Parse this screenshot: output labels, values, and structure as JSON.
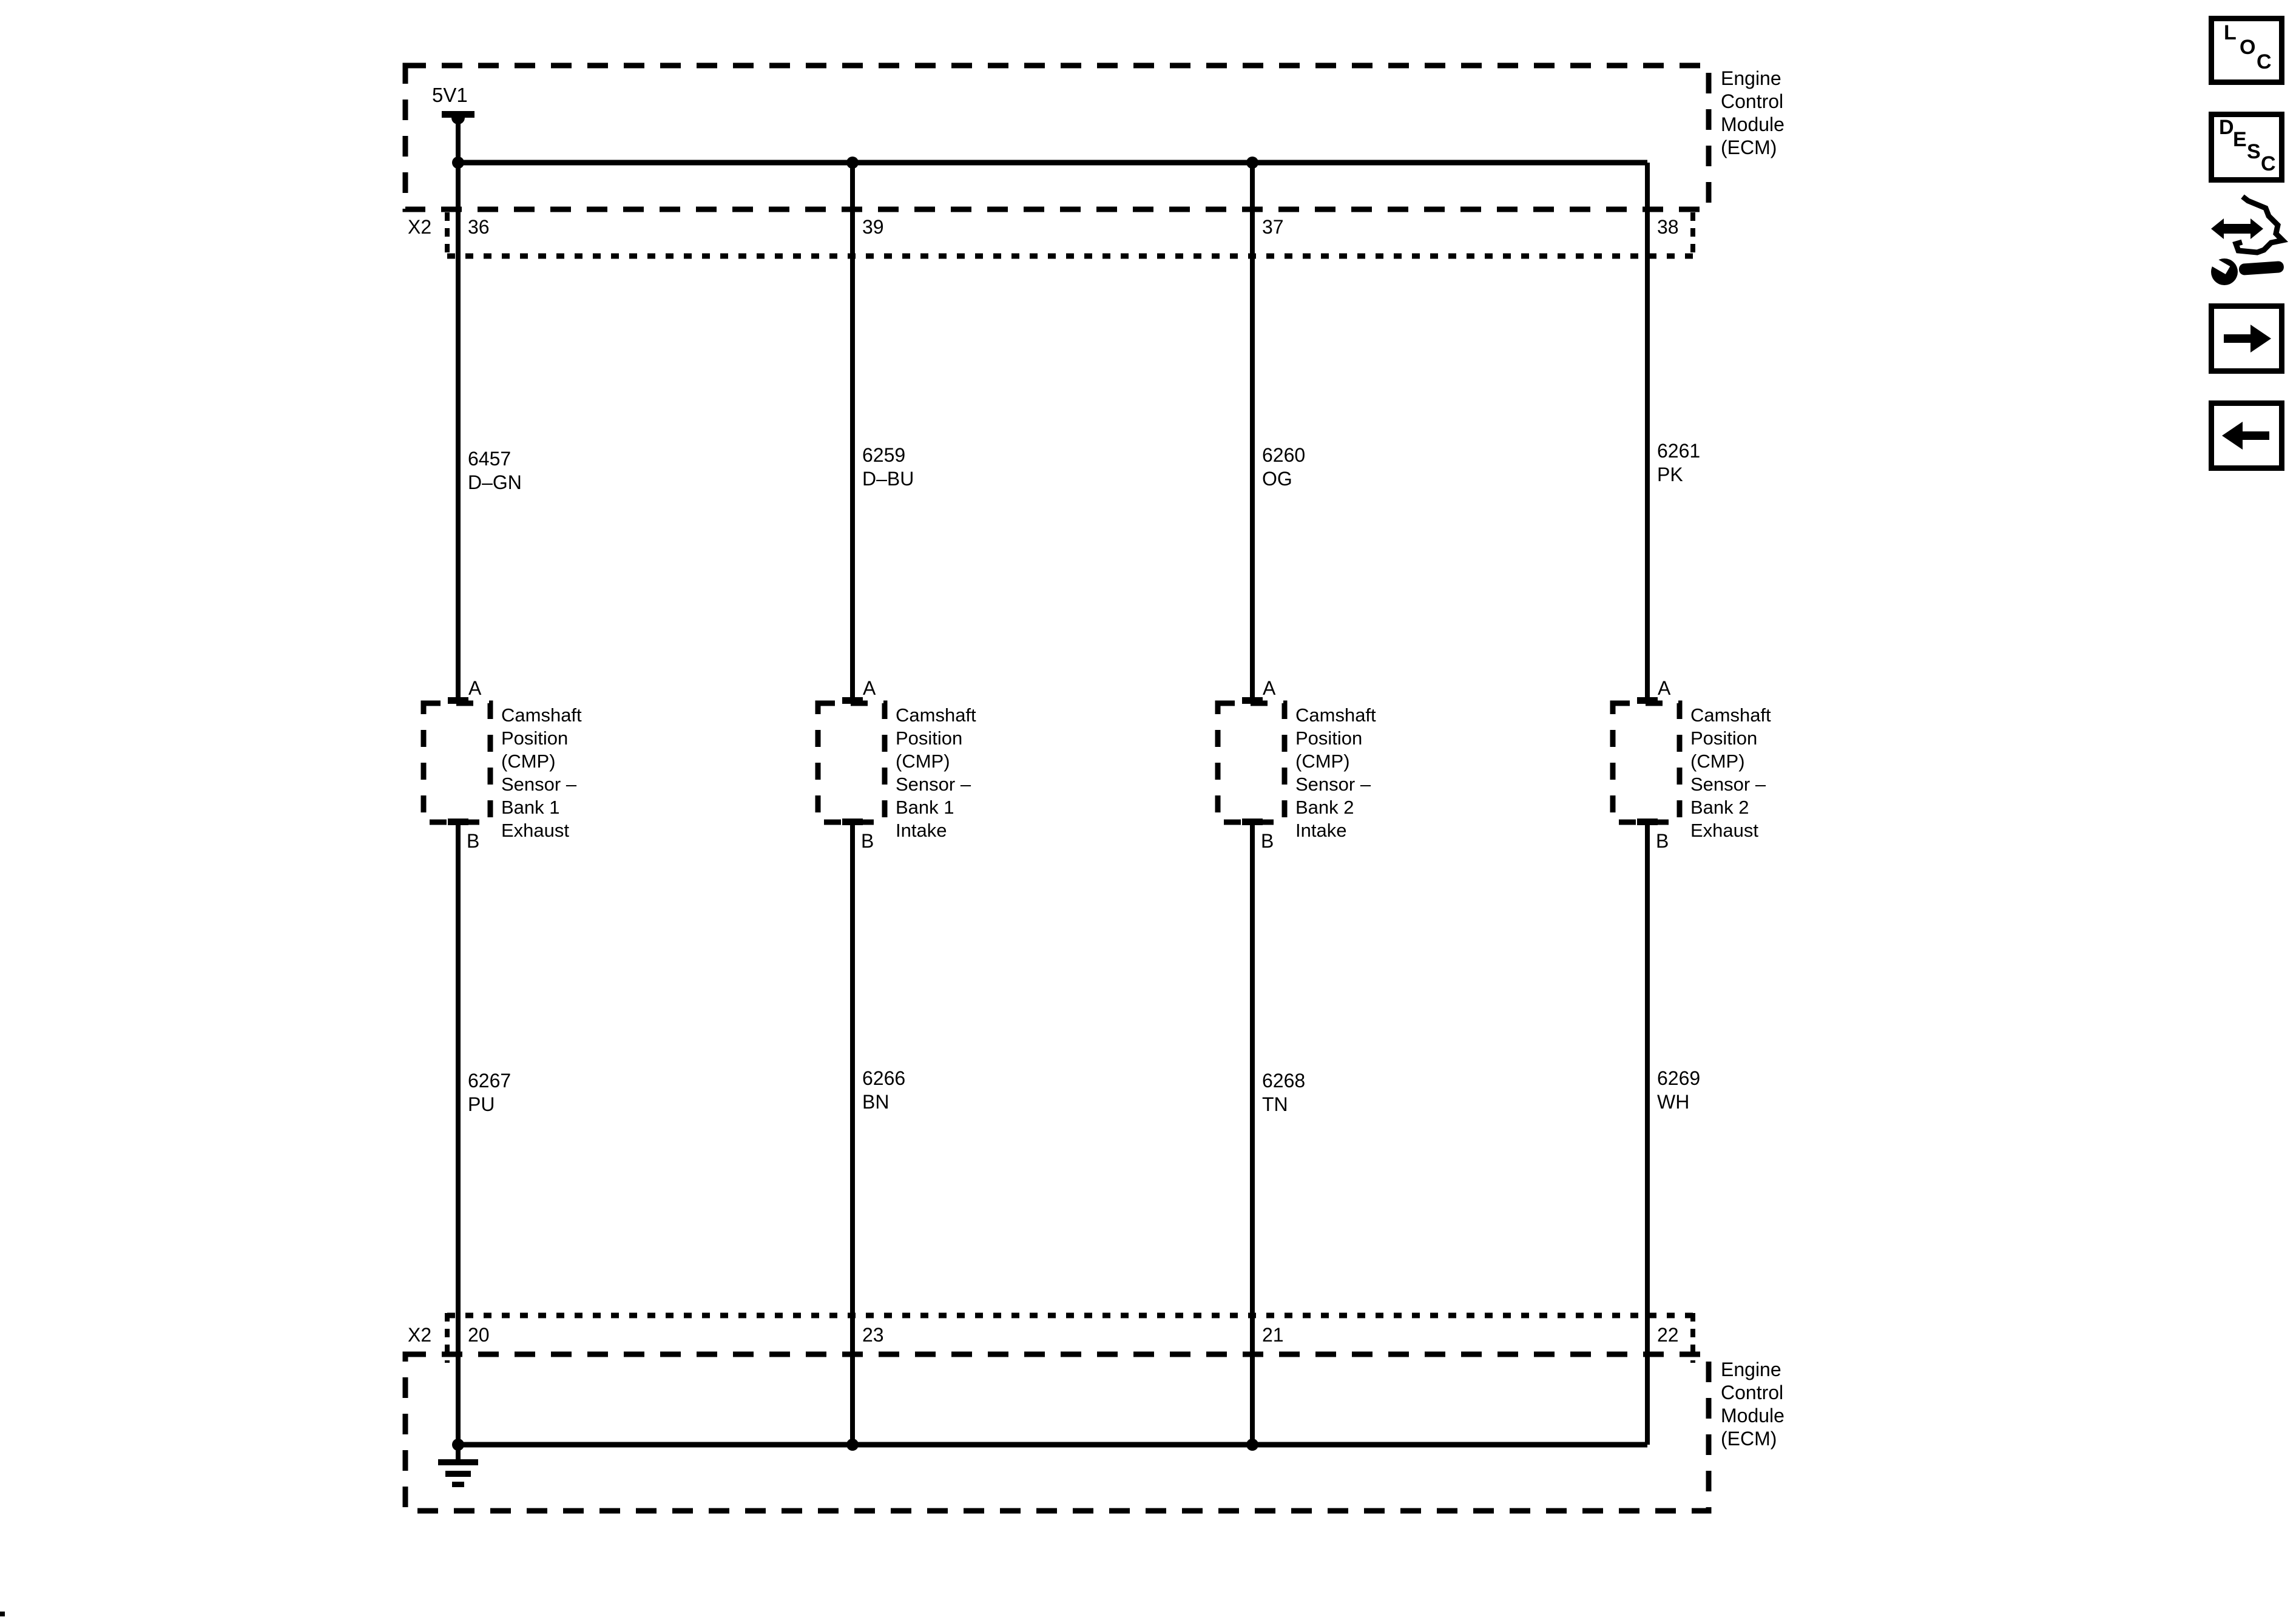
{
  "power": {
    "label": "5V1"
  },
  "ecm": {
    "name": "Engine Control Module (ECM)"
  },
  "connectors": {
    "top": {
      "label": "X2",
      "pins": [
        "36",
        "39",
        "37",
        "38"
      ]
    },
    "bottom": {
      "label": "X2",
      "pins": [
        "20",
        "23",
        "21",
        "22"
      ]
    }
  },
  "circuits": [
    {
      "wire_top": {
        "code": "6457",
        "color": "D–GN"
      },
      "sensor": {
        "pin_top": "A",
        "pin_bottom": "B",
        "name": "Camshaft Position (CMP) Sensor – Bank 1 Exhaust"
      },
      "wire_bottom": {
        "code": "6267",
        "color": "PU"
      }
    },
    {
      "wire_top": {
        "code": "6259",
        "color": "D–BU"
      },
      "sensor": {
        "pin_top": "A",
        "pin_bottom": "B",
        "name": "Camshaft Position (CMP) Sensor – Bank 1 Intake"
      },
      "wire_bottom": {
        "code": "6266",
        "color": "BN"
      }
    },
    {
      "wire_top": {
        "code": "6260",
        "color": "OG"
      },
      "sensor": {
        "pin_top": "A",
        "pin_bottom": "B",
        "name": "Camshaft Position (CMP) Sensor – Bank 2 Intake"
      },
      "wire_bottom": {
        "code": "6268",
        "color": "TN"
      }
    },
    {
      "wire_top": {
        "code": "6261",
        "color": "PK"
      },
      "sensor": {
        "pin_top": "A",
        "pin_bottom": "B",
        "name": "Camshaft Position (CMP) Sensor – Bank 2 Exhaust"
      },
      "wire_bottom": {
        "code": "6269",
        "color": "WH"
      }
    }
  ],
  "sidebar_icons": {
    "loc": [
      "L",
      "O",
      "C"
    ],
    "desc": [
      "D",
      "E",
      "S",
      "C"
    ]
  },
  "colors": {
    "ink": "#000000",
    "paper": "#ffffff"
  }
}
